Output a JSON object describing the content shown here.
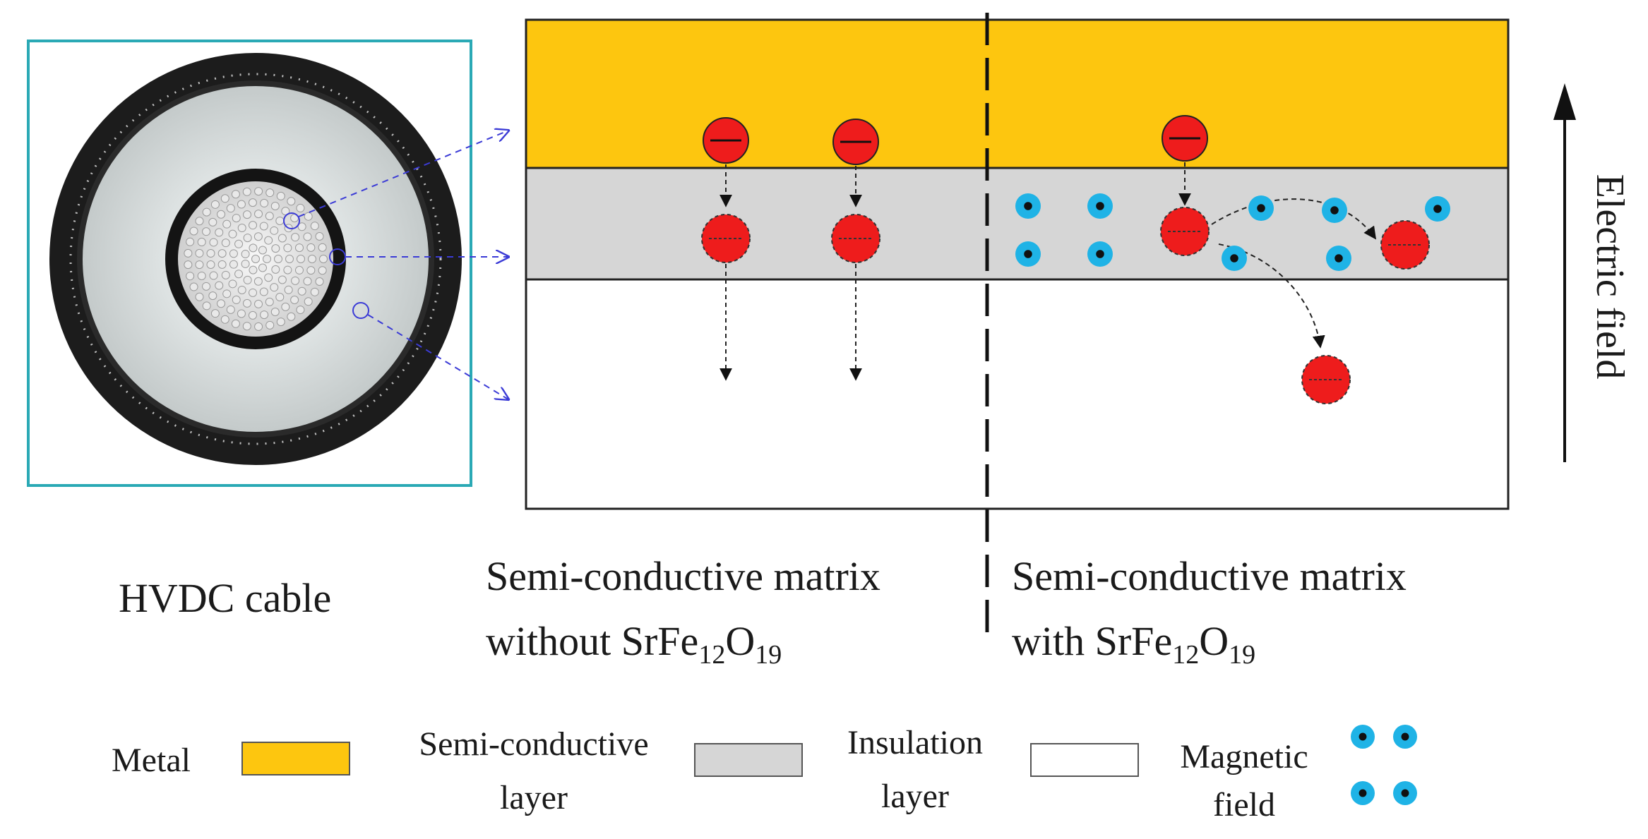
{
  "cable": {
    "caption": "HVDC cable"
  },
  "panels": {
    "left_caption_line1": "Semi-conductive matrix",
    "left_caption_line2_prefix": "without SrFe",
    "right_caption_line1": "Semi-conductive matrix",
    "right_caption_line2_prefix": "with SrFe",
    "formula_sub1": "12",
    "formula_mid": "O",
    "formula_sub2": "19"
  },
  "field_arrow": {
    "label": "Electric field"
  },
  "legend": {
    "metal_label": "Metal",
    "semi_label_line1": "Semi-conductive",
    "semi_label_line2": "layer",
    "insulation_label_line1": "Insulation",
    "insulation_label_line2": "layer",
    "magnetic_label_line1": "Magnetic",
    "magnetic_label_line2": "field"
  },
  "colors": {
    "metal": "#fdc60f",
    "semi_conductive": "#d6d6d6",
    "insulation": "#ffffff",
    "charge": "#ee1c1c",
    "magnetic": "#1fb3e6",
    "cable_frame": "#2aa9b5",
    "guide_line": "#3b3bd6"
  }
}
